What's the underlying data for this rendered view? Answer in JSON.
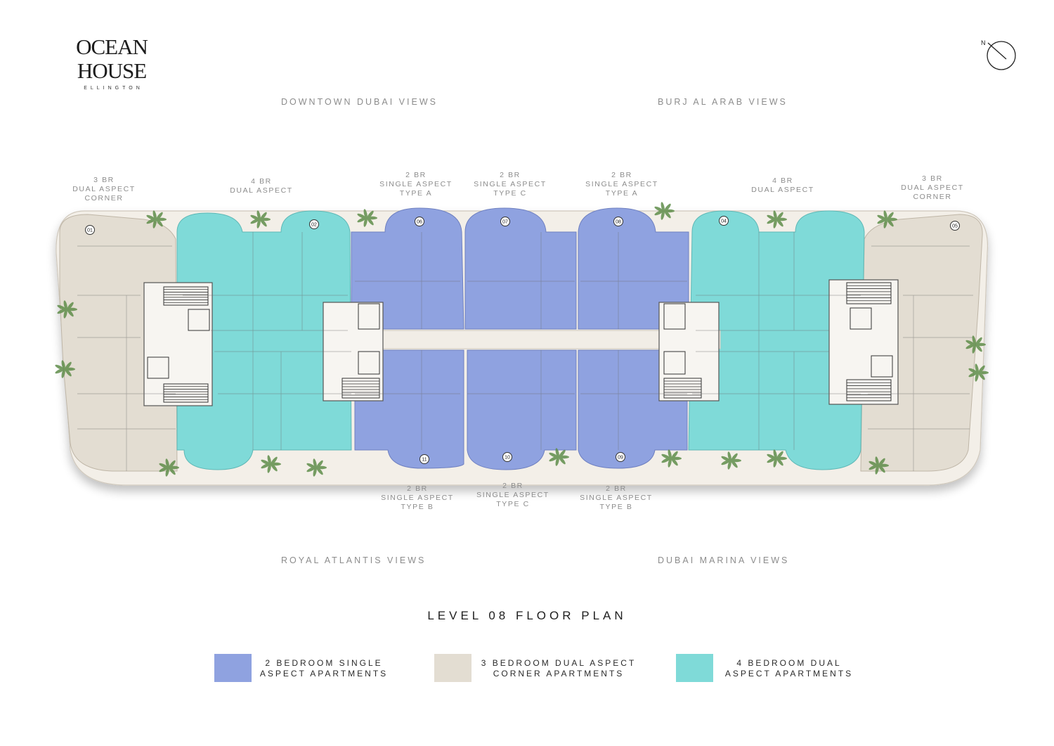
{
  "brand": {
    "name": "OCEAN HOUSE",
    "subtitle": "ELLINGTON"
  },
  "compass": {
    "label": "N"
  },
  "views": {
    "top_left": "DOWNTOWN DUBAI VIEWS",
    "top_right": "BURJ AL ARAB VIEWS",
    "bottom_left": "ROYAL ATLANTIS VIEWS",
    "bottom_right": "DUBAI MARINA VIEWS"
  },
  "unit_labels": {
    "u01": [
      "3 BR",
      "DUAL ASPECT",
      "CORNER"
    ],
    "u02": [
      "4 BR",
      "DUAL ASPECT"
    ],
    "u06": [
      "2 BR",
      "SINGLE ASPECT",
      "TYPE A"
    ],
    "u07": [
      "2 BR",
      "SINGLE ASPECT",
      "TYPE C"
    ],
    "u08": [
      "2 BR",
      "SINGLE ASPECT",
      "TYPE A"
    ],
    "u04": [
      "4 BR",
      "DUAL ASPECT"
    ],
    "u05": [
      "3 BR",
      "DUAL ASPECT",
      "CORNER"
    ],
    "u11": [
      "2 BR",
      "SINGLE ASPECT",
      "TYPE B"
    ],
    "u10": [
      "2 BR",
      "SINGLE ASPECT",
      "TYPE C"
    ],
    "u09": [
      "2 BR",
      "SINGLE ASPECT",
      "TYPE B"
    ]
  },
  "unit_numbers": [
    "01",
    "02",
    "06",
    "07",
    "08",
    "04",
    "05",
    "11",
    "10",
    "09"
  ],
  "title": "LEVEL 08 FLOOR PLAN",
  "legend": [
    {
      "lines": [
        "2 BEDROOM SINGLE",
        "ASPECT APARTMENTS"
      ],
      "color": "#8fa2e0"
    },
    {
      "lines": [
        "3 BEDROOM DUAL ASPECT",
        "CORNER APARTMENTS"
      ],
      "color": "#e3ddd2"
    },
    {
      "lines": [
        "4 BEDROOM DUAL",
        "ASPECT APARTMENTS"
      ],
      "color": "#7fdad8"
    }
  ],
  "colors": {
    "two_bedroom": "#8fa2e0",
    "three_bedroom": "#e3ddd2",
    "four_bedroom": "#7fdad8",
    "core": "#f7f5f1",
    "terrace": "#f2eee7",
    "plant": "#5f8d4a"
  }
}
